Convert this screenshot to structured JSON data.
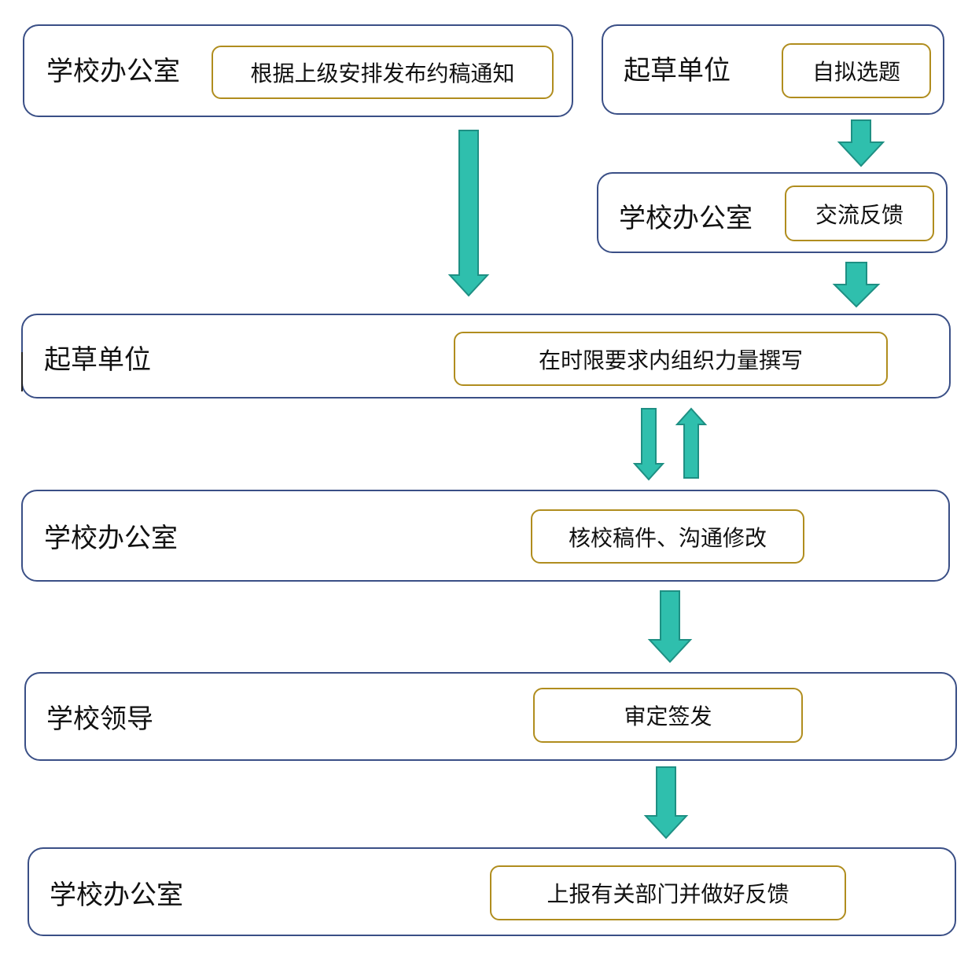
{
  "stages": [
    {
      "id": "notice",
      "role": "学校办公室",
      "task": "根据上级安排发布约稿通知"
    },
    {
      "id": "self-topic",
      "role": "起草单位",
      "task": "自拟选题"
    },
    {
      "id": "feedback",
      "role": "学校办公室",
      "task": "交流反馈"
    },
    {
      "id": "drafting",
      "role": "起草单位",
      "task": "在时限要求内组织力量撰写"
    },
    {
      "id": "review",
      "role": "学校办公室",
      "task": "核校稿件、沟通修改"
    },
    {
      "id": "approve",
      "role": "学校领导",
      "task": "审定签发"
    },
    {
      "id": "report",
      "role": "学校办公室",
      "task": "上报有关部门并做好反馈"
    }
  ],
  "colors": {
    "stage_border": "#3a4f86",
    "task_border": "#b08d1e",
    "arrow_fill": "#2fbfad",
    "arrow_stroke": "#1e8f83"
  }
}
